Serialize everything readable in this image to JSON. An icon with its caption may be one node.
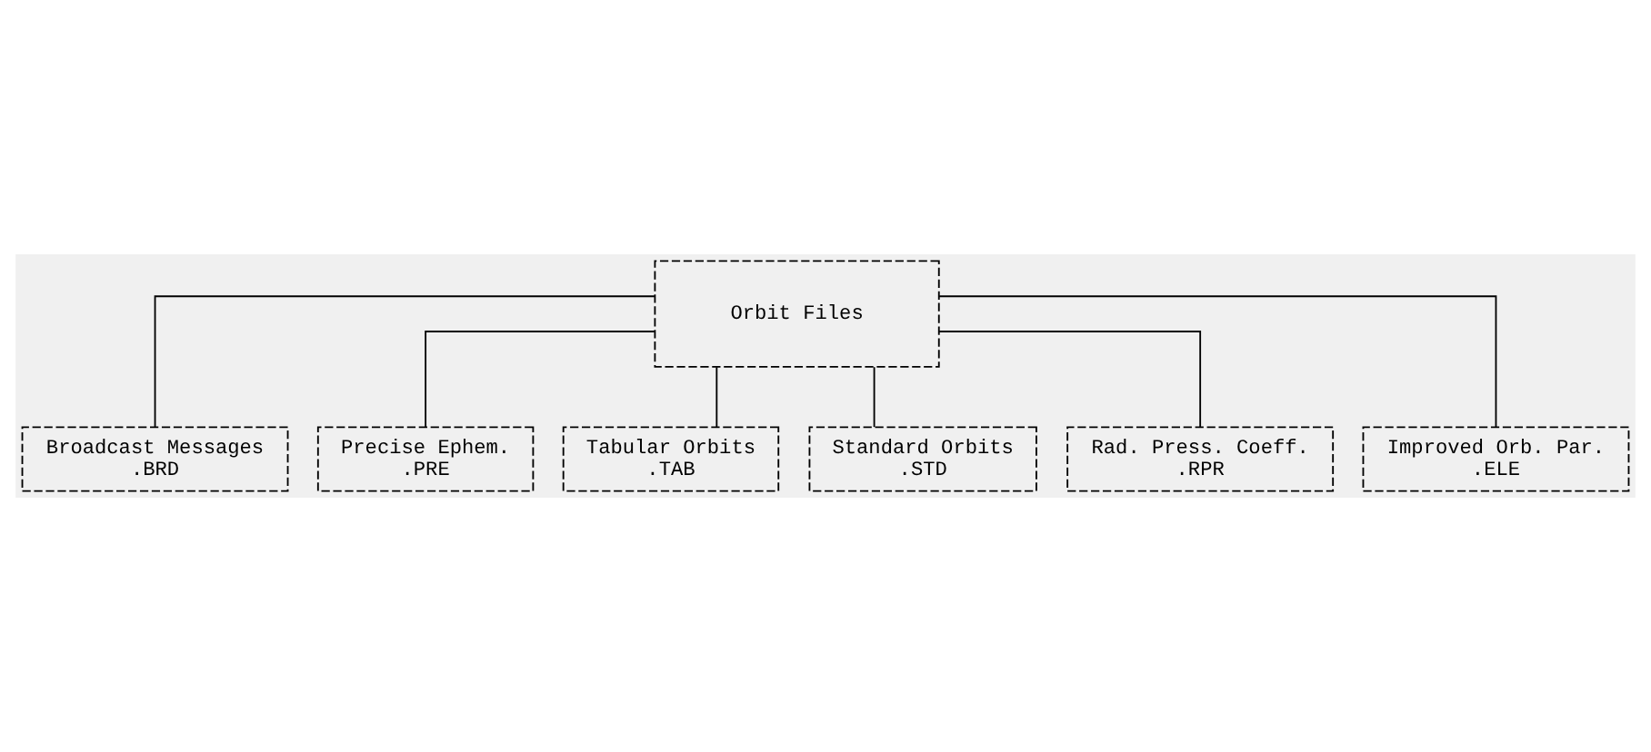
{
  "diagram": {
    "nodes": [
      {
        "text": [
          "Orbit Files"
        ]
      },
      {
        "text": [
          "Broadcast Messages",
          ".BRD"
        ]
      },
      {
        "text": [
          "Precise Ephem.",
          ".PRE"
        ]
      },
      {
        "text": [
          "Tabular Orbits",
          ".TAB"
        ]
      },
      {
        "text": [
          "Standard Orbits",
          ".STD"
        ]
      },
      {
        "text": [
          "Rad. Press. Coeff.",
          ".RPR"
        ]
      },
      {
        "text": [
          "Improved Orb. Par.",
          ".ELE"
        ]
      }
    ],
    "edges": [
      {
        "from": 0,
        "to": 1,
        "arrow": "none"
      },
      {
        "from": 0,
        "to": 2,
        "arrow": "none"
      },
      {
        "from": 0,
        "to": 3,
        "arrow": "none"
      },
      {
        "from": 0,
        "to": 4,
        "arrow": "none"
      },
      {
        "from": 0,
        "to": 5,
        "arrow": "none"
      },
      {
        "from": 0,
        "to": 6,
        "arrow": "none"
      }
    ]
  }
}
